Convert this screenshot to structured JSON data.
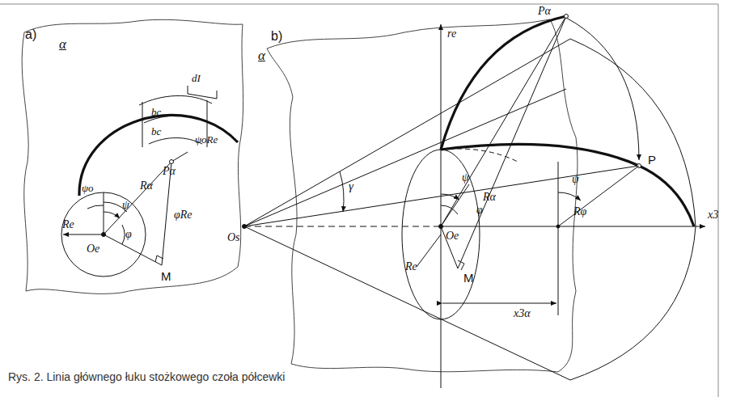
{
  "diagram": {
    "caption": "Rys. 2. Linia głównego łuku stożkowego czoła półcewki",
    "labels": [
      "a)",
      "α",
      "bc",
      "bc",
      "dI",
      "ψo",
      "ψ",
      "Pα",
      "ψoRe",
      "Rα",
      "φRe",
      "Re",
      "φ",
      "Oe",
      "M",
      "b)",
      "re",
      "Pα",
      "α",
      "Rα",
      "ψ",
      "φ",
      "Oe",
      "Re",
      "M",
      "x3α",
      "γ",
      "P",
      "ψ",
      "Rφ",
      "x3",
      "Os"
    ]
  }
}
